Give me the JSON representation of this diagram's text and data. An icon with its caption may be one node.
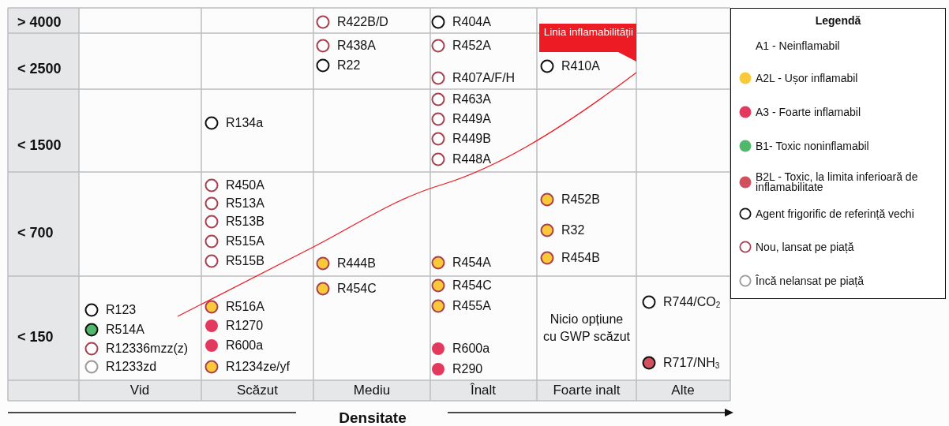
{
  "diagram": {
    "nodes": [
      {
        "text": [
          "Linia inflamabilității"
        ]
      }
    ],
    "labels": [
      "> 4000",
      "R422B/D",
      "R404A",
      "< 2500",
      "R438A",
      "R22",
      "R452A",
      "R407A/F/H",
      "R410A",
      "< 1500",
      "R134a",
      "R463A",
      "R449A",
      "R449B",
      "R448A",
      "< 700",
      "R450A",
      "R513A",
      "R513B",
      "R515A",
      "R515B",
      "R444B",
      "R454A",
      "R452B",
      "R32",
      "R454B",
      "< 150",
      "R123",
      "R514A",
      "R12336mzz(z)",
      "R1233zd",
      "R516A",
      "R1270",
      "R600a",
      "R1234ze/yf",
      "R454C",
      "R454C",
      "R455A",
      "R600a",
      "R290",
      "Nicio opțiune cu GWP scăzut",
      "R744/CO$_{2}$",
      "R717/NH$_{3}$",
      "Vid",
      "Scăzut",
      "Mediu",
      "Înalt",
      "Foarte inalt",
      "Alte",
      "Densitate"
    ],
    "legend": [
      {
        "text": "A1 - Neinflamabil"
      },
      {
        "text": "A2L - Ușor inflamabil",
        "color": "#f9c93a"
      },
      {
        "text": "A3 - Foarte inflamabil",
        "color": "#e4395e"
      },
      {
        "text": "B1- Toxic noninflamabil",
        "color": "#4fb86b"
      },
      {
        "text": "B2L - Toxic, la limita inferioară de inflamabilitate",
        "color": "#d0505d"
      },
      {
        "text": "Agent frigorific de referință vechi"
      },
      {
        "text": "Nou, lansat pe piață"
      },
      {
        "text": "Încă nelansat pe piață"
      }
    ],
    "title": "Legendă"
  }
}
